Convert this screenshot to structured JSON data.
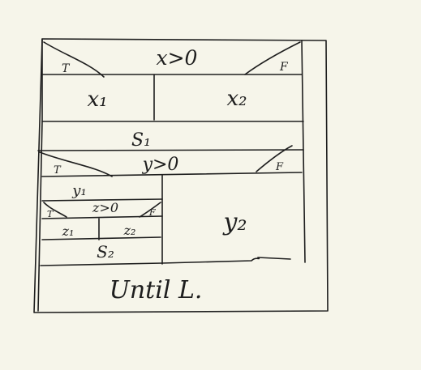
{
  "diagram": {
    "title_row": {
      "condition": "x>0",
      "true_marker": "T",
      "false_marker": "F"
    },
    "row1": {
      "left": "x₁",
      "right": "x₂"
    },
    "s1_label": "S₁",
    "y_condition": {
      "condition": "y>0",
      "true_marker": "T",
      "false_marker": "F"
    },
    "y1_label": "y₁",
    "y2_label": "y₂",
    "z_condition": {
      "condition": "z>0",
      "true_marker": "T",
      "false_marker": "F"
    },
    "z_row": {
      "left": "z₁",
      "right": "z₂"
    },
    "s2_label": "S₂",
    "footer": "Until L."
  }
}
